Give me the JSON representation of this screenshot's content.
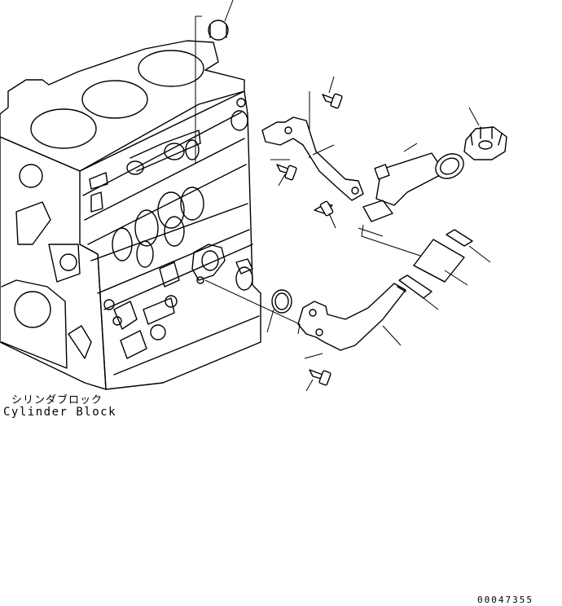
{
  "labels": {
    "cylinder_block_jp": "シリンダブロック",
    "cylinder_block_en": "Cylinder Block",
    "drawing_code": "00047355"
  }
}
